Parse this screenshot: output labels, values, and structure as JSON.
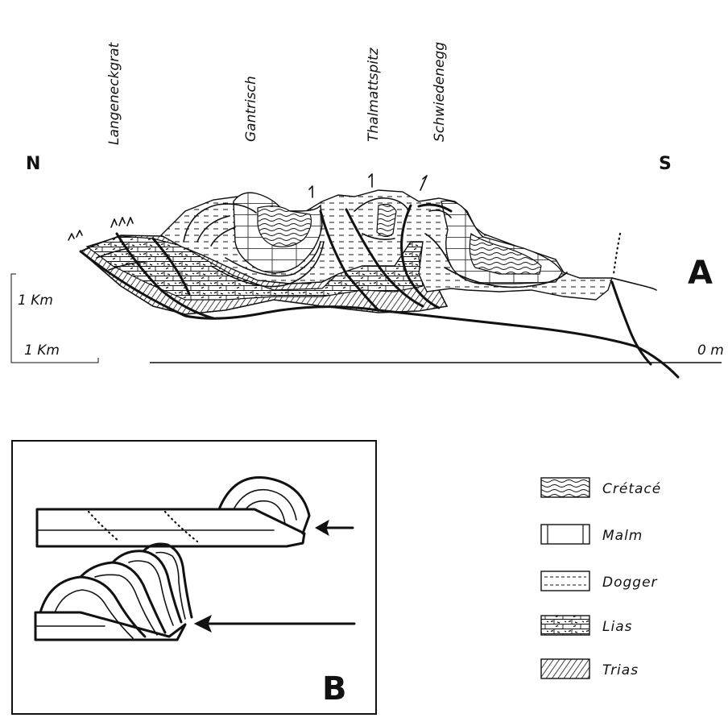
{
  "peaks": [
    "Langeneckgrat",
    "Gantrisch",
    "Thalmattspitz",
    "Schwiedenegg"
  ],
  "direction": {
    "north": "N",
    "south": "S"
  },
  "panels": {
    "a": "A",
    "b": "B"
  },
  "scale": {
    "vertical": "1 Km",
    "horizontal": "1 Km",
    "sea_level": "0 m"
  },
  "legend": [
    {
      "name": "Crétacé",
      "pattern": "wavy-lines"
    },
    {
      "name": "Malm",
      "pattern": "blank-with-vertical-ends"
    },
    {
      "name": "Dogger",
      "pattern": "dashed-lines"
    },
    {
      "name": "Lias",
      "pattern": "brick-with-dashes"
    },
    {
      "name": "Trias",
      "pattern": "diagonal-hatch"
    }
  ]
}
